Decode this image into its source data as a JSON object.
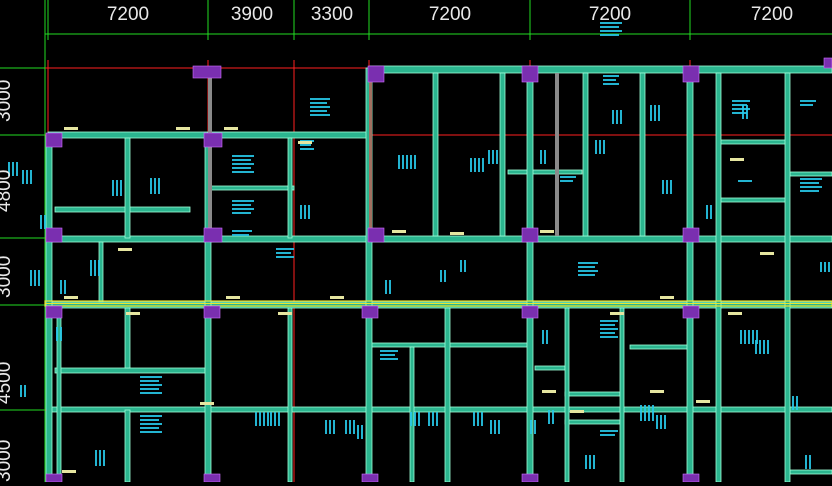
{
  "drawing": {
    "top_dimensions": [
      "7200",
      "3900",
      "3300",
      "7200",
      "7200",
      "7200"
    ],
    "left_dimensions": [
      "3000",
      "4800",
      "3000",
      "4500",
      "3000"
    ],
    "colors": {
      "background": "#000000",
      "beam_fill": "#2bb58f",
      "beam_edge": "#9effd8",
      "axis_line": "#ff2020",
      "dim_line": "#22dd22",
      "column": "#7a2fb0",
      "annotation": "#27c8e8",
      "highlight_beam": "#e8e830",
      "wall": "#b08070"
    }
  }
}
